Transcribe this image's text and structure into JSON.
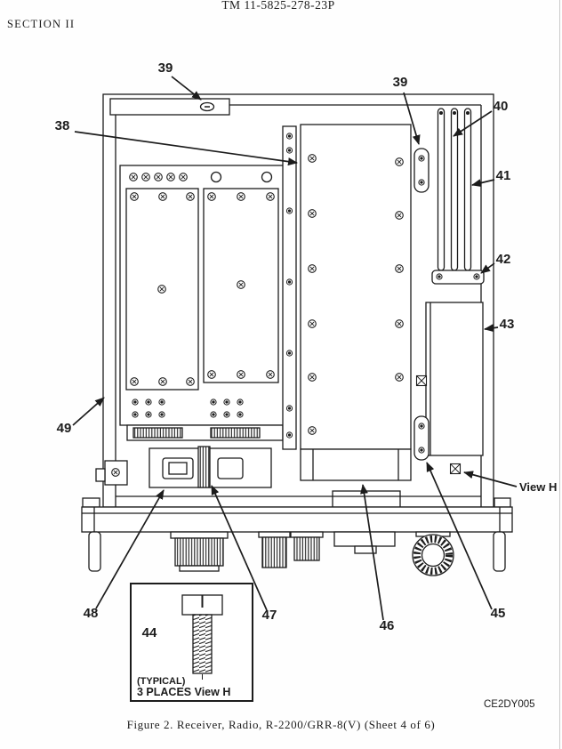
{
  "page": {
    "doc_number": "TM 11-5825-278-23P",
    "section": "SECTION II",
    "caption": "Figure 2. Receiver, Radio, R-2200/GRR-8(V) (Sheet 4 of 6)",
    "drawing_code": "CE2DY005"
  },
  "figure": {
    "subject": "Receiver, Radio, R-2200/GRR-8(V), rear view with item callouts",
    "view_label": "View H",
    "inset": {
      "typical": "(TYPICAL)",
      "places": "3 PLACES View H"
    },
    "callouts": {
      "n38": "38",
      "n39_top": "39",
      "n39_right": "39",
      "n40": "40",
      "n41": "41",
      "n42": "42",
      "n43": "43",
      "n44": "44",
      "n45": "45",
      "n46": "46",
      "n47": "47",
      "n48": "48",
      "n49": "49"
    },
    "colors": {
      "ink": "#1c1c1c",
      "paper": "#fefefe"
    }
  }
}
